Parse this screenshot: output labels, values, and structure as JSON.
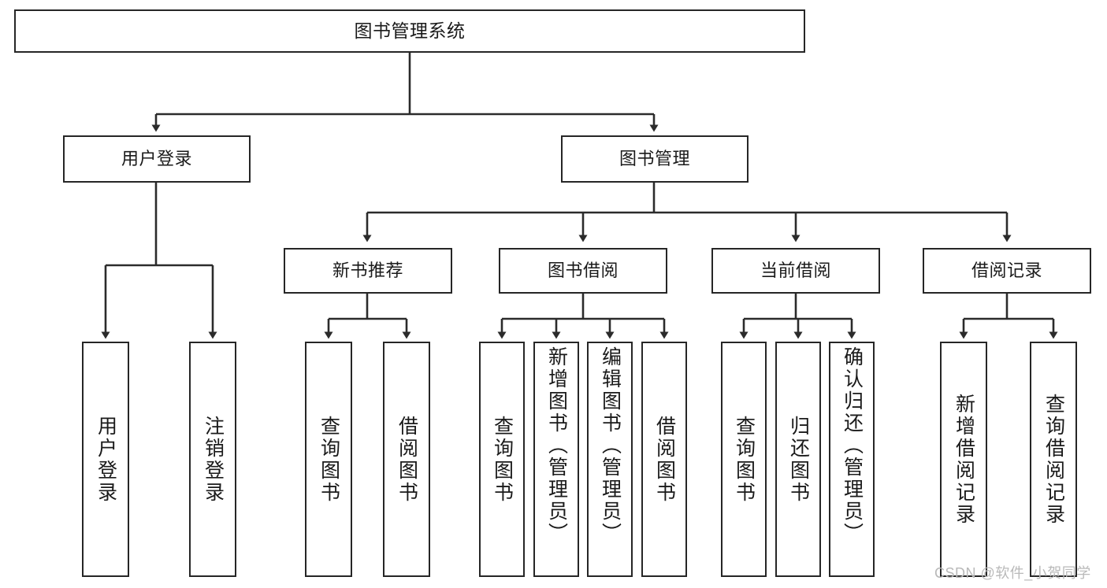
{
  "diagram": {
    "title": "图书管理系统",
    "type": "hierarchy-tree",
    "watermark": "CSDN @软件_小贺同学",
    "colors": {
      "box_border": "#262626",
      "box_fill": "#ffffff",
      "connector": "#333333",
      "text": "#1a1a1a",
      "watermark": "#b9b9b9"
    },
    "root": {
      "label": "图书管理系统"
    },
    "level2": [
      {
        "label": "用户登录"
      },
      {
        "label": "图书管理"
      }
    ],
    "level3": [
      {
        "label": "新书推荐"
      },
      {
        "label": "图书借阅"
      },
      {
        "label": "当前借阅"
      },
      {
        "label": "借阅记录"
      }
    ],
    "leaves": {
      "user_login": [
        {
          "label": "用户登录"
        },
        {
          "label": "注销登录"
        }
      ],
      "new_book_recommend": [
        {
          "label": "查询图书"
        },
        {
          "label": "借阅图书"
        }
      ],
      "book_borrow": [
        {
          "label": "查询图书"
        },
        {
          "label": "新增图书（管理员）"
        },
        {
          "label": "编辑图书（管理员）"
        },
        {
          "label": "借阅图书"
        }
      ],
      "current_borrow": [
        {
          "label": "查询图书"
        },
        {
          "label": "归还图书"
        },
        {
          "label": "确认归还（管理员）"
        }
      ],
      "borrow_record": [
        {
          "label": "新增借阅记录"
        },
        {
          "label": "查询借阅记录"
        }
      ]
    }
  }
}
